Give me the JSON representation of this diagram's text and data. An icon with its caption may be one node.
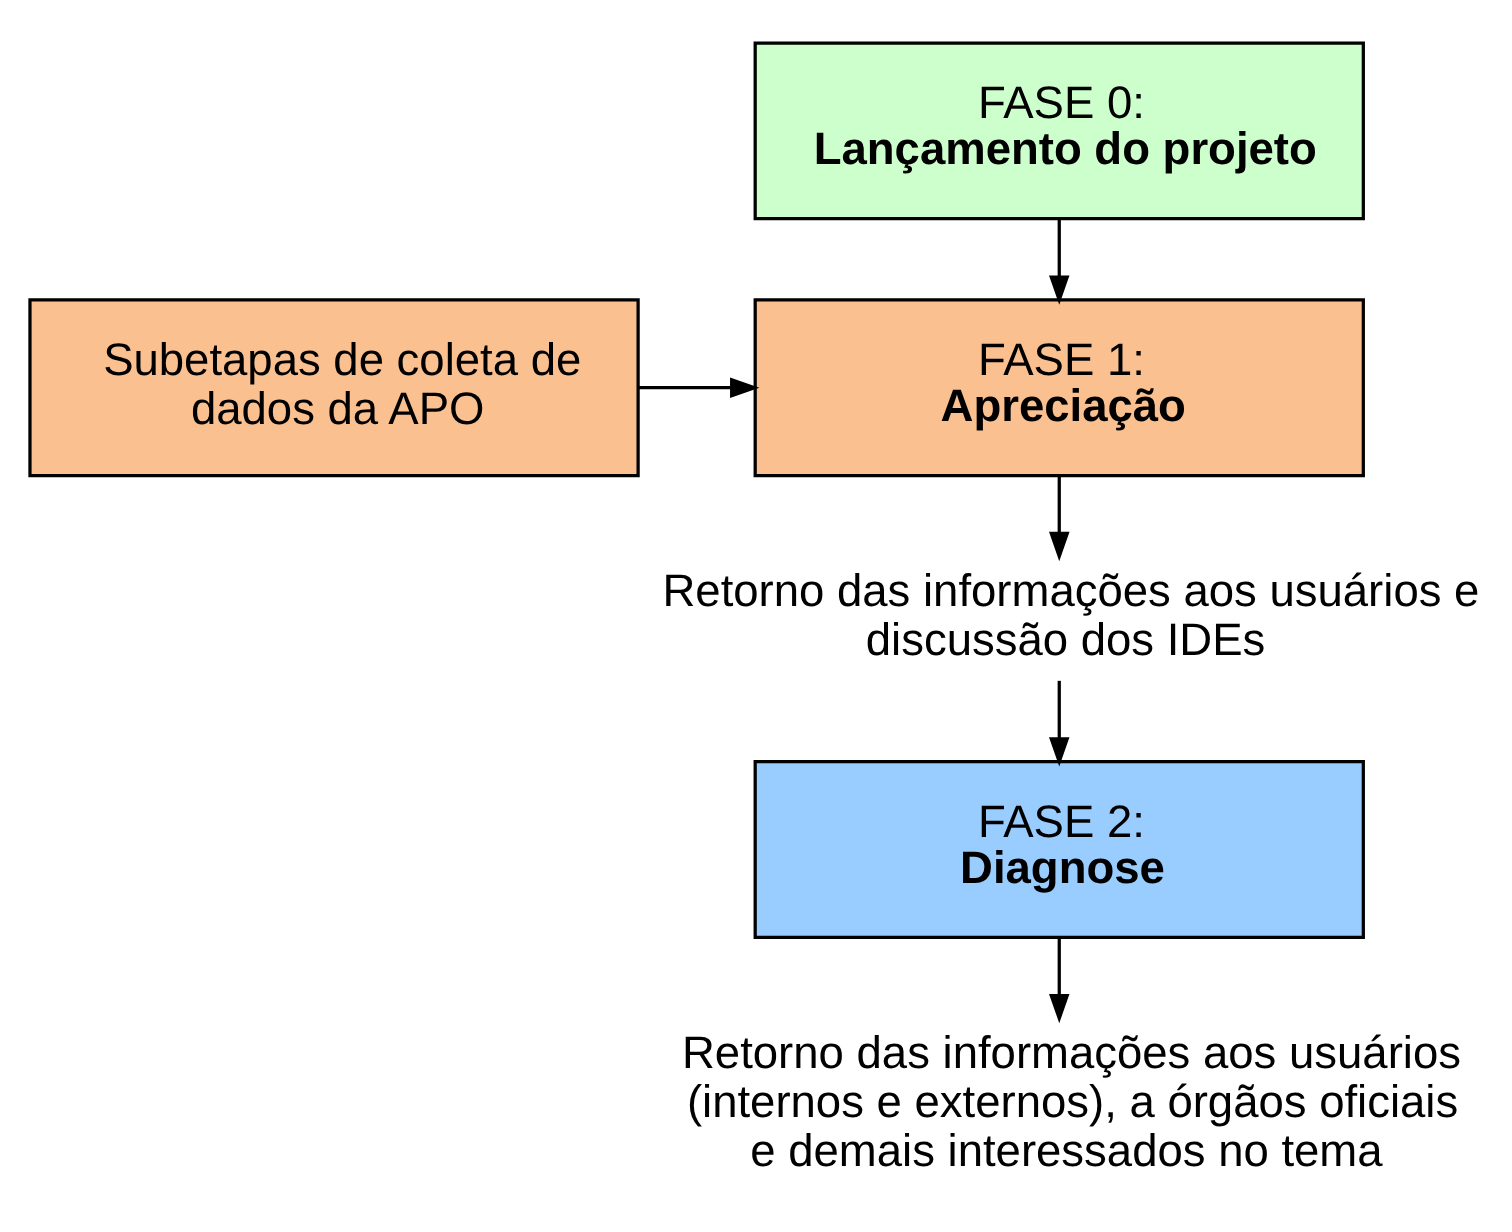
{
  "diagram": {
    "nodes": [
      {
        "text": [
          "FASE 0:",
          "Lançamento do projeto"
        ]
      },
      {
        "text": [
          "FASE 1:",
          "Apreciação"
        ]
      },
      {
        "text": [
          "Subetapas de coleta de dados da APO"
        ]
      },
      {
        "text": [
          "Retorno das informações aos usuários e discussão dos IDEs"
        ]
      },
      {
        "text": [
          "FASE 2:",
          "Diagnose"
        ]
      },
      {
        "text": [
          "Retorno das informações aos usuários (internos e externos), a órgãos oficiais e demais interessados no tema"
        ]
      }
    ],
    "edges": [
      {
        "from": 0,
        "to": 1,
        "arrow": "to"
      },
      {
        "from": 2,
        "to": 1,
        "arrow": "to"
      },
      {
        "from": 1,
        "to": 3,
        "arrow": "to"
      },
      {
        "from": 3,
        "to": 4,
        "arrow": "to"
      },
      {
        "from": 4,
        "to": 5,
        "arrow": "to"
      }
    ]
  }
}
